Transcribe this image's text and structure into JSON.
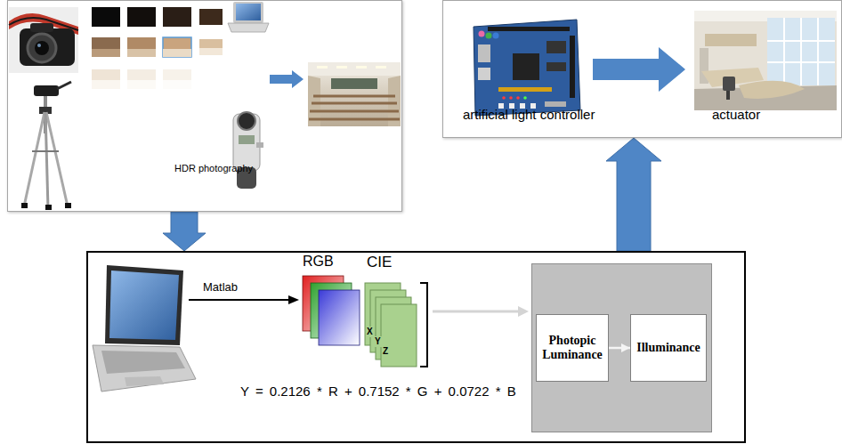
{
  "diagram": {
    "nodes": [
      {
        "text": [
          "HDR photography"
        ]
      },
      {
        "text": [
          "artificial light controller",
          "actuator"
        ]
      },
      {
        "text": [
          "Matlab",
          "Y = 0.2126 * R + 0.7152 * G + 0.0722 * B"
        ]
      },
      {
        "text": [],
        "in": 2
      },
      {
        "text": [
          "Photopic Luminance"
        ],
        "in": 3
      },
      {
        "text": [
          "Illuminance"
        ],
        "in": 3
      }
    ],
    "edges": [
      {
        "from": 0,
        "to": 2,
        "arrow": "to"
      },
      {
        "from": 2,
        "to": 1,
        "arrow": "to"
      },
      {
        "from": 4,
        "to": 5,
        "arrow": "to"
      }
    ],
    "labels": [
      "RGB",
      "CIE",
      "X",
      "Y",
      "Z"
    ]
  }
}
